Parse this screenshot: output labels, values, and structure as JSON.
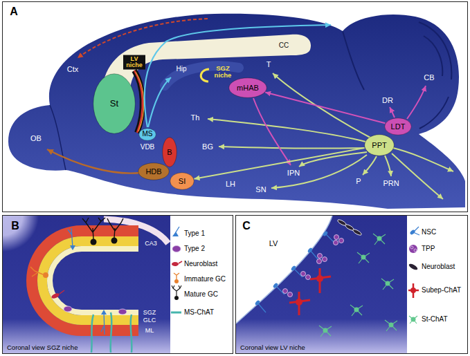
{
  "diagram": {
    "nodes": [
      {
        "text": [
          "St"
        ]
      },
      {
        "text": [
          "mHAB"
        ]
      },
      {
        "text": [
          "MS"
        ]
      },
      {
        "text": [
          "B"
        ]
      },
      {
        "text": [
          "LDT"
        ]
      },
      {
        "text": [
          "PPT"
        ]
      },
      {
        "text": [
          "HDB"
        ]
      },
      {
        "text": [
          "SI"
        ]
      }
    ],
    "edges": [
      {
        "from": 4,
        "to": 1,
        "arrow": "to"
      },
      {
        "from": 5,
        "to": 7,
        "arrow": "to"
      }
    ],
    "labels": [
      "A",
      "Ctx",
      "CC",
      "Hip",
      "SGZ niche",
      "LV niche",
      "T",
      "OB",
      "Th",
      "CB",
      "DR",
      "BG",
      "VDB",
      "IPN",
      "LH",
      "SN",
      "P",
      "PRN",
      "B",
      "CA3",
      "SGZ",
      "GLC",
      "ML",
      "Coronal view SGZ niche",
      "C",
      "LV",
      "Coronal view LV niche"
    ],
    "legend": [
      {
        "text": "Type 1"
      },
      {
        "text": "Type 2"
      },
      {
        "text": "Neuroblast"
      },
      {
        "text": "Immature GC"
      },
      {
        "text": "Mature GC"
      },
      {
        "text": "MS-ChAT"
      },
      {
        "text": "NSC"
      },
      {
        "text": "TPP"
      },
      {
        "text": "Neuroblast"
      },
      {
        "text": "Subep-ChAT"
      },
      {
        "text": "St-ChAT"
      }
    ]
  }
}
